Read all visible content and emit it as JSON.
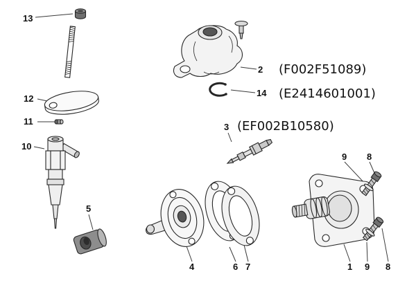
{
  "figure": {
    "kind": "exploded-parts-diagram",
    "background": "#ffffff",
    "line_color": "#262626"
  },
  "callouts": {
    "c1": "1",
    "c2": "2",
    "c3": "3",
    "c4": "4",
    "c5": "5",
    "c6": "6",
    "c7": "7",
    "c8_top": "8",
    "c8_bottom": "8",
    "c9_top": "9",
    "c9_bottom": "9",
    "c10": "10",
    "c11": "11",
    "c12": "12",
    "c13": "13",
    "c14": "14"
  },
  "part_numbers": {
    "p2": "(F002F51089)",
    "p14": "(E2414601001)",
    "p3": "(EF002B10580)"
  }
}
